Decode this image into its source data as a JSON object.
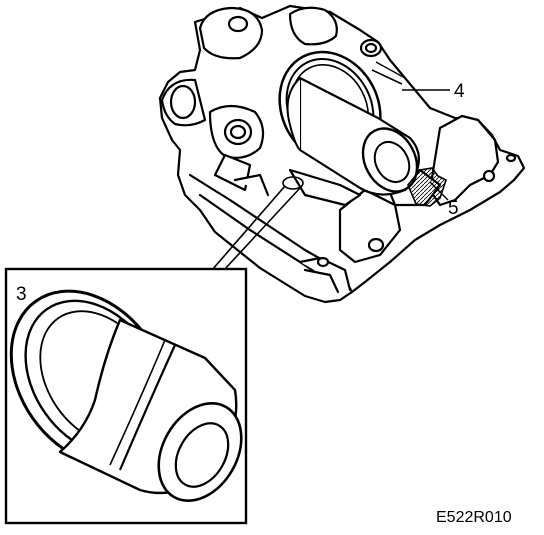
{
  "callouts": {
    "detail": "3",
    "seal": "4",
    "arrow": "5"
  },
  "figure_code": "E522R010",
  "icons": {
    "insertion_arrow": "arrow-icon"
  }
}
